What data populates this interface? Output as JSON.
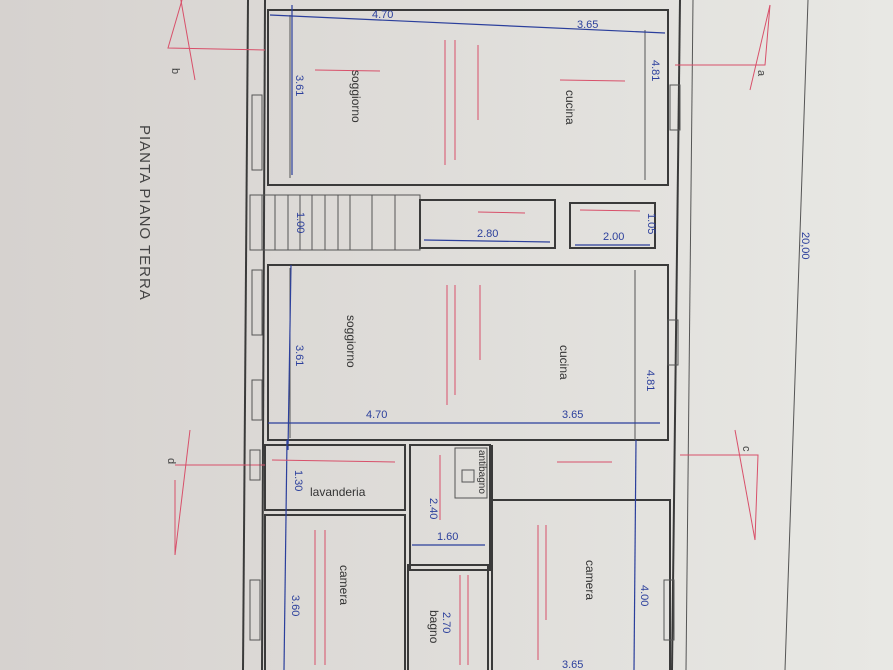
{
  "title": "PIANTA PIANO TERRA",
  "overall_dimension": "20,00",
  "section_marks": [
    "b",
    "a",
    "d",
    "c"
  ],
  "units": [
    {
      "rooms": [
        "soggiorno",
        "cucina"
      ],
      "dims": {
        "width_left": "4.70",
        "width_right": "3.65",
        "depth_left": "3.61",
        "depth_right": "4.81"
      }
    },
    {
      "rooms": [
        "soggiorno",
        "cucina"
      ],
      "dims": {
        "width_left": "4.70",
        "width_right": "3.65",
        "depth_left": "3.61",
        "depth_right": "4.81"
      }
    }
  ],
  "stairs": {
    "dim": "1.00"
  },
  "small_rooms": {
    "hall_dim": "2.80",
    "wc_dim": "2.00",
    "wc_dim2": "1.05"
  },
  "lower": {
    "lavanderia": {
      "label": "lavanderia",
      "dim": "1.30",
      "dim2": "2.40"
    },
    "antibagno": {
      "label": "antibagno",
      "dim": "1.60"
    },
    "camera_left": {
      "label": "camera",
      "dim": "3.60"
    },
    "bagno": {
      "label": "bagno",
      "dim": "2.70"
    },
    "camera_right": {
      "label": "camera",
      "dim": "4.00",
      "dim2": "3.65"
    }
  },
  "colors": {
    "walls": "#3a3a3a",
    "dimensions": "#2b3f9c",
    "annotations": "#d8506a",
    "paper": "#dcdad7"
  }
}
